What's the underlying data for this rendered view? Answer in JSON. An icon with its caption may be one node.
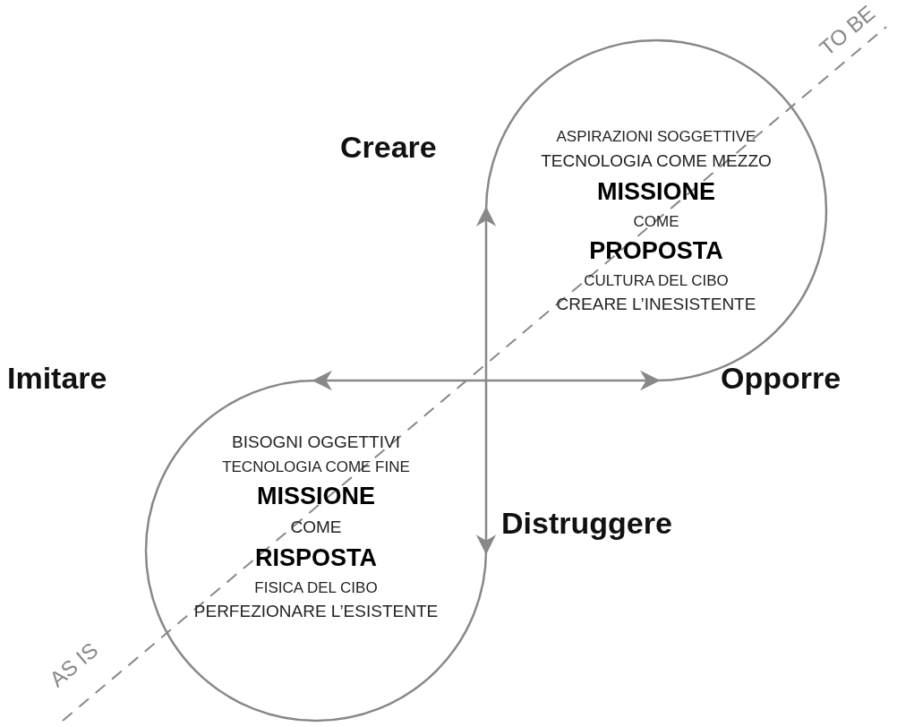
{
  "diagram": {
    "nodes": [
      {
        "text": [
          "ASPIRAZIONI SOGGETTIVE",
          "TECNOLOGIA COME MEZZO",
          "MISSIONE",
          "COME",
          "PROPOSTA",
          "CULTURA DEL CIBO",
          "CREARE L’INESISTENTE"
        ]
      },
      {
        "text": [
          "BISOGNI OGGETTIVI",
          "TECNOLOGIA COME FINE",
          "MISSIONE",
          "COME",
          "RISPOSTA",
          "FISICA DEL CIBO",
          "PERFEZIONARE L’ESISTENTE"
        ]
      }
    ],
    "edges": [
      {
        "from": 0,
        "to": 1,
        "arrow": "both"
      },
      {
        "from": 0,
        "to": 1,
        "arrow": "both"
      }
    ],
    "labels": [
      "TO BE",
      "Creare",
      "Imitare",
      "Opporre",
      "Distruggere",
      "AS IS"
    ]
  }
}
